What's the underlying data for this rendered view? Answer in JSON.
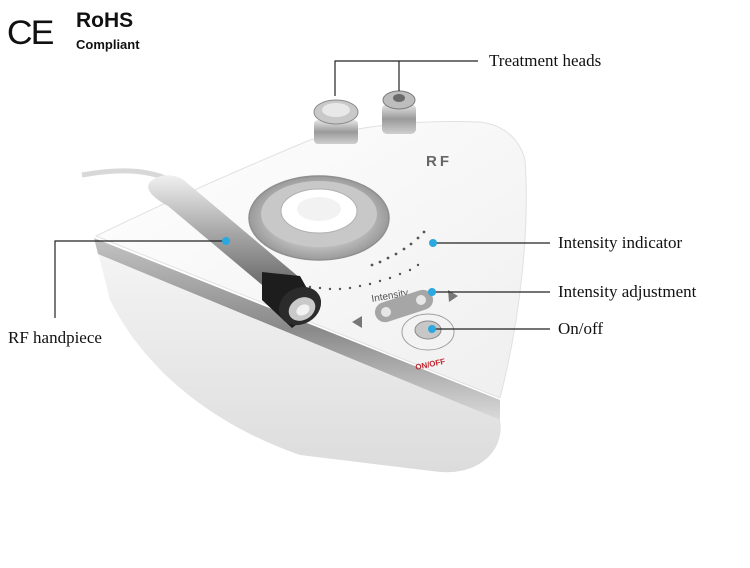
{
  "certifications": {
    "ce": "CE",
    "rohs": "RoHS",
    "rohs_sub": "Compliant"
  },
  "device": {
    "brand_mark": "RF",
    "intensity_label": "Intensity",
    "power_label": "ON/OFF"
  },
  "callouts": {
    "treatment_heads": "Treatment heads",
    "intensity_indicator": "Intensity indicator",
    "intensity_adjustment": "Intensity adjustment",
    "on_off": "On/off",
    "rf_handpiece": "RF handpiece"
  },
  "colors": {
    "leader_line": "#222222",
    "marker_dot": "#2aa8df",
    "power_label": "#c0262e"
  }
}
